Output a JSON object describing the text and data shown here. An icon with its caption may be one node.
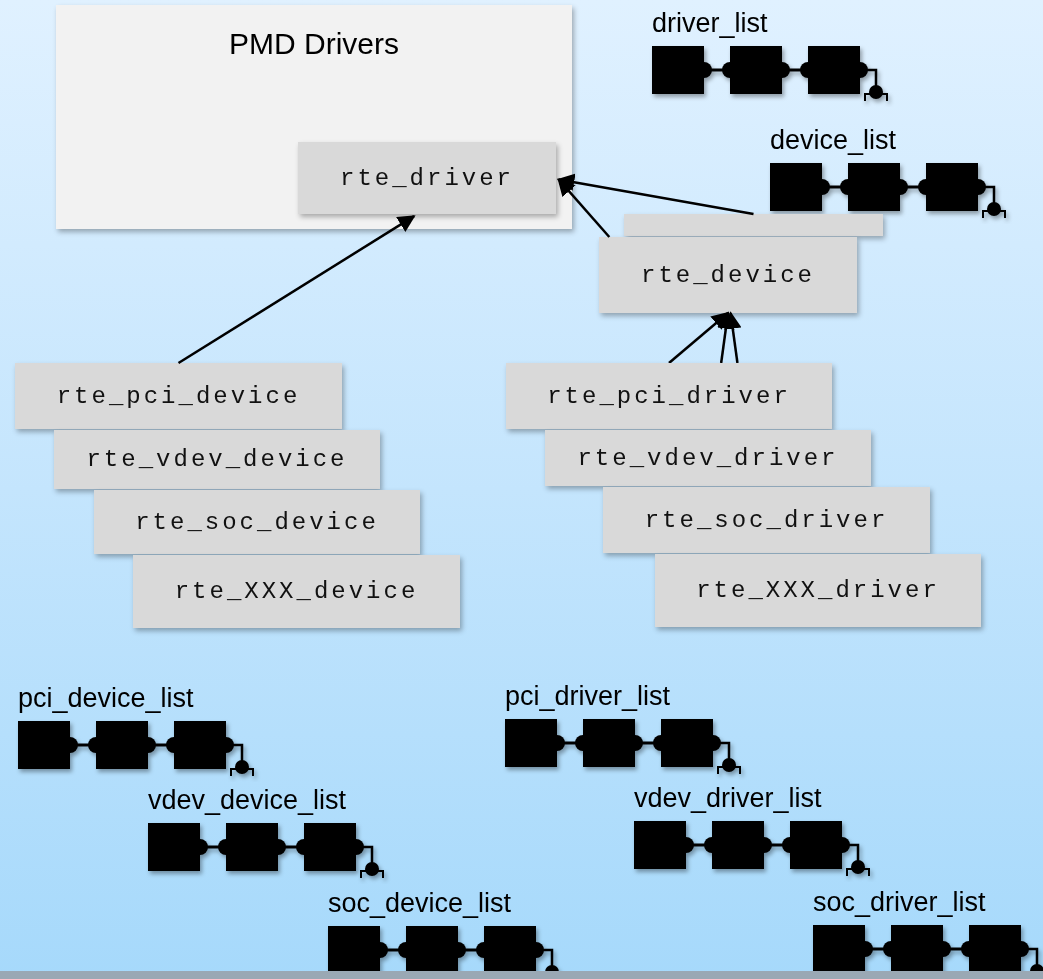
{
  "diagram": {
    "nodes": [
      {
        "text": [
          "PMD Drivers"
        ]
      },
      {
        "text": [
          "rte_driver"
        ],
        "in": 0
      },
      {
        "text": [],
        "shape": "box"
      },
      {
        "text": [
          "rte_device"
        ]
      },
      {
        "text": [
          "rte_pci_device"
        ]
      },
      {
        "text": [
          "rte_vdev_device"
        ]
      },
      {
        "text": [
          "rte_soc_device"
        ]
      },
      {
        "text": [
          "rte_XXX_device"
        ]
      },
      {
        "text": [
          "rte_pci_driver"
        ]
      },
      {
        "text": [
          "rte_vdev_driver"
        ]
      },
      {
        "text": [
          "rte_soc_driver"
        ]
      },
      {
        "text": [
          "rte_XXX_driver"
        ]
      }
    ],
    "edges": [
      {
        "from": 4,
        "to": 1,
        "arrow": "to"
      },
      {
        "from": 2,
        "to": 1,
        "arrow": "to"
      },
      {
        "from": 3,
        "to": 1,
        "arrow": "to"
      },
      {
        "from": 8,
        "to": 3,
        "arrow": "to"
      },
      {
        "from": 8,
        "to": 3,
        "arrow": "to"
      },
      {
        "from": 8,
        "to": 3,
        "arrow": "to"
      }
    ],
    "labels": [
      "driver_list",
      "device_list",
      "pci_device_list",
      "pci_driver_list",
      "vdev_device_list",
      "vdev_driver_list",
      "soc_device_list",
      "soc_driver_list"
    ]
  }
}
